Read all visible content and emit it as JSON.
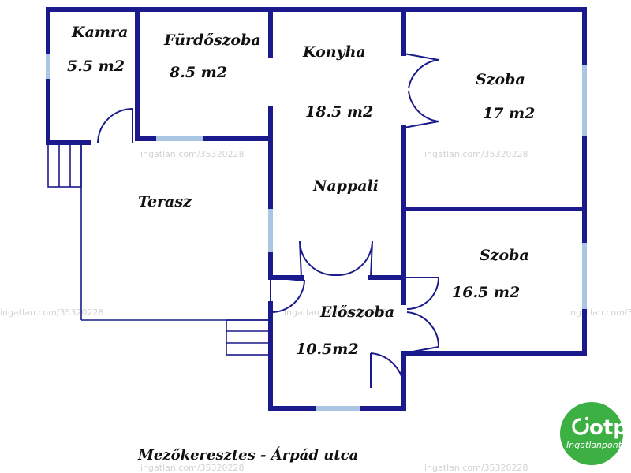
{
  "rooms": {
    "kamra": {
      "name": "Kamra",
      "area": "5.5 m2"
    },
    "furdoszoba": {
      "name": "Fürdőszoba",
      "area": "8.5 m2"
    },
    "konyha": {
      "name": "Konyha",
      "area": "18.5 m2"
    },
    "nappali": {
      "name": "Nappali"
    },
    "szoba1": {
      "name": "Szoba",
      "area": "17 m2"
    },
    "terasz": {
      "name": "Terasz"
    },
    "szoba2": {
      "name": "Szoba",
      "area": "16.5 m2"
    },
    "eloszoba": {
      "name": "Előszoba",
      "area": "10.5m2"
    }
  },
  "caption": "Mezőkeresztes - Árpád utca",
  "watermark": "ingatlan.com/35320228",
  "logo": {
    "brand": "otp",
    "sub": "Ingatlanpont"
  },
  "colors": {
    "wall": "#1a1a8c",
    "window": "#aac6e2",
    "logo": "#3cb043"
  }
}
